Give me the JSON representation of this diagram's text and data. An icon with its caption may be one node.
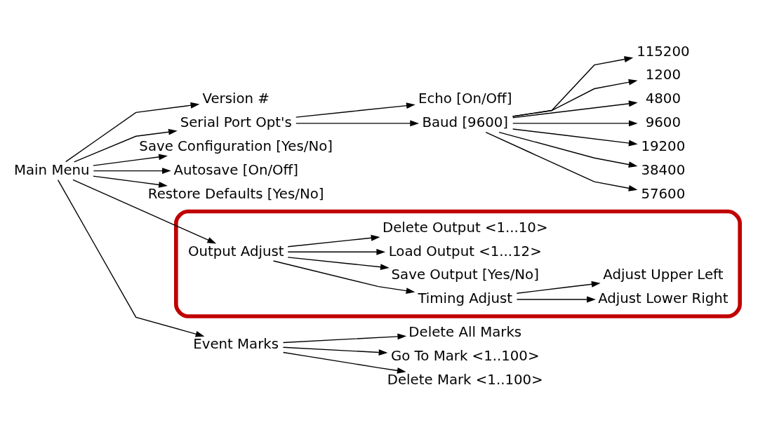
{
  "diagram": {
    "nodes": [
      {
        "text": [
          "Main Menu"
        ]
      },
      {
        "text": [
          "Version #"
        ]
      },
      {
        "text": [
          "Serial Port Opt's"
        ]
      },
      {
        "text": [
          "Echo [On/Off]"
        ]
      },
      {
        "text": [
          "Baud [9600]"
        ]
      },
      {
        "text": [
          "1200"
        ]
      },
      {
        "text": [
          "4800"
        ]
      },
      {
        "text": [
          "9600"
        ]
      },
      {
        "text": [
          "19200"
        ]
      },
      {
        "text": [
          "38400"
        ]
      },
      {
        "text": [
          "57600"
        ]
      },
      {
        "text": [
          "115200"
        ]
      },
      {
        "text": [
          "Save Configuration [Yes/No]"
        ]
      },
      {
        "text": [
          "Autosave [On/Off]"
        ]
      },
      {
        "text": [
          "Restore Defaults [Yes/No]"
        ]
      },
      {
        "text": [
          "Event Marks"
        ]
      },
      {
        "text": [
          "Delete All Marks"
        ]
      },
      {
        "text": [
          "Go To Mark <1..100>"
        ]
      },
      {
        "text": [
          "Delete Mark <1..100>"
        ]
      },
      {
        "text": [],
        "shape": "ellipse"
      },
      {
        "text": [
          "Output Adjust"
        ],
        "in": 19
      },
      {
        "text": [
          "Timing Adjust"
        ],
        "in": 19
      },
      {
        "text": [
          "Save Output [Yes/No]"
        ],
        "in": 19
      },
      {
        "text": [
          "Load Output <1...12>"
        ],
        "in": 19
      },
      {
        "text": [
          "Delete Output <1...10>"
        ],
        "in": 19
      },
      {
        "text": [
          "Adjust Lower Right"
        ],
        "in": 19
      },
      {
        "text": [
          "Adjust Upper Left"
        ],
        "in": 19
      }
    ],
    "edges": [
      {
        "from": 0,
        "to": 1,
        "arrow": "to"
      },
      {
        "from": 0,
        "to": 2,
        "arrow": "to"
      },
      {
        "from": 0,
        "to": 12,
        "arrow": "to"
      },
      {
        "from": 0,
        "to": 13,
        "arrow": "to"
      },
      {
        "from": 0,
        "to": 14,
        "arrow": "to"
      },
      {
        "from": 0,
        "to": 15,
        "arrow": "to"
      },
      {
        "from": 0,
        "to": 20,
        "arrow": "to"
      },
      {
        "from": 2,
        "to": 3,
        "arrow": "to"
      },
      {
        "from": 2,
        "to": 4,
        "arrow": "to"
      },
      {
        "from": 4,
        "to": 5,
        "arrow": "to"
      },
      {
        "from": 4,
        "to": 6,
        "arrow": "to"
      },
      {
        "from": 4,
        "to": 7,
        "arrow": "to"
      },
      {
        "from": 4,
        "to": 8,
        "arrow": "to"
      },
      {
        "from": 4,
        "to": 9,
        "arrow": "to"
      },
      {
        "from": 4,
        "to": 10,
        "arrow": "to"
      },
      {
        "from": 4,
        "to": 11,
        "arrow": "to"
      },
      {
        "from": 15,
        "to": 16,
        "arrow": "to"
      },
      {
        "from": 15,
        "to": 17,
        "arrow": "to"
      },
      {
        "from": 15,
        "to": 18,
        "arrow": "to"
      },
      {
        "from": 20,
        "to": 21,
        "arrow": "to"
      },
      {
        "from": 20,
        "to": 22,
        "arrow": "to"
      },
      {
        "from": 20,
        "to": 23,
        "arrow": "to"
      },
      {
        "from": 20,
        "to": 24,
        "arrow": "to"
      },
      {
        "from": 21,
        "to": 25,
        "arrow": "to"
      },
      {
        "from": 21,
        "to": 26,
        "arrow": "to"
      }
    ]
  }
}
